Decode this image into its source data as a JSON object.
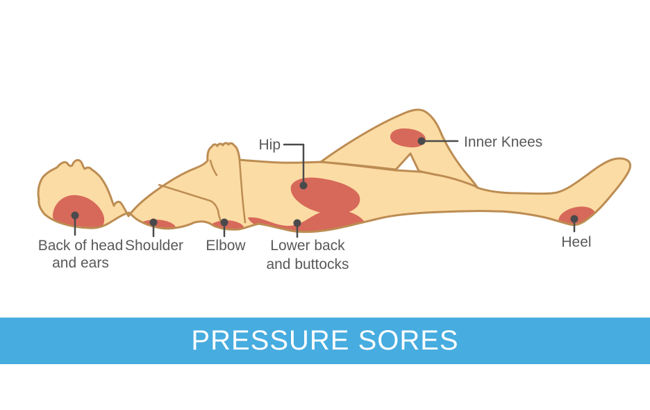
{
  "banner": {
    "title": "PRESSURE SORES",
    "background_color": "#47ACDF",
    "text_color": "#FFFFFF"
  },
  "diagram": {
    "description": "Body lying on back showing common pressure sore locations",
    "colors": {
      "background": "#FFFFFF",
      "skin": "#FBDCA4",
      "outline": "#BC8C52",
      "sore": "#D7695A",
      "label_text": "#58585A",
      "marker": "#4A4A4C"
    },
    "labels": {
      "back_of_head": {
        "line1": "Back of head",
        "line2": "and ears"
      },
      "shoulder": {
        "text": "Shoulder"
      },
      "elbow": {
        "text": "Elbow"
      },
      "lower_back": {
        "line1": "Lower back",
        "line2": "and buttocks"
      },
      "hip": {
        "text": "Hip"
      },
      "inner_knees": {
        "text": "Inner Knees"
      },
      "heel": {
        "text": "Heel"
      }
    }
  }
}
